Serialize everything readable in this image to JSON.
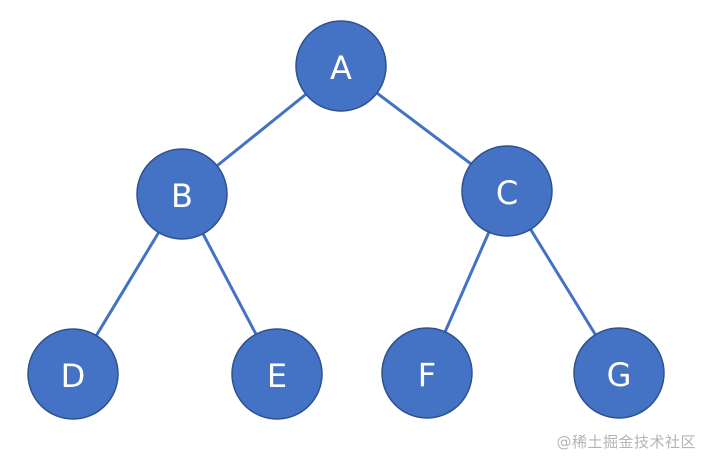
{
  "tree": {
    "nodes": [
      {
        "id": "A",
        "label": "A"
      },
      {
        "id": "B",
        "label": "B"
      },
      {
        "id": "C",
        "label": "C"
      },
      {
        "id": "D",
        "label": "D"
      },
      {
        "id": "E",
        "label": "E"
      },
      {
        "id": "F",
        "label": "F"
      },
      {
        "id": "G",
        "label": "G"
      }
    ],
    "edges": [
      {
        "from": "A",
        "to": "B"
      },
      {
        "from": "A",
        "to": "C"
      },
      {
        "from": "B",
        "to": "D"
      },
      {
        "from": "B",
        "to": "E"
      },
      {
        "from": "C",
        "to": "F"
      },
      {
        "from": "C",
        "to": "G"
      }
    ]
  },
  "colors": {
    "node_fill": "#4472c4",
    "node_border": "#2f528f",
    "edge": "#4472c4",
    "label": "#ffffff"
  },
  "watermark": "@稀土掘金技术社区"
}
